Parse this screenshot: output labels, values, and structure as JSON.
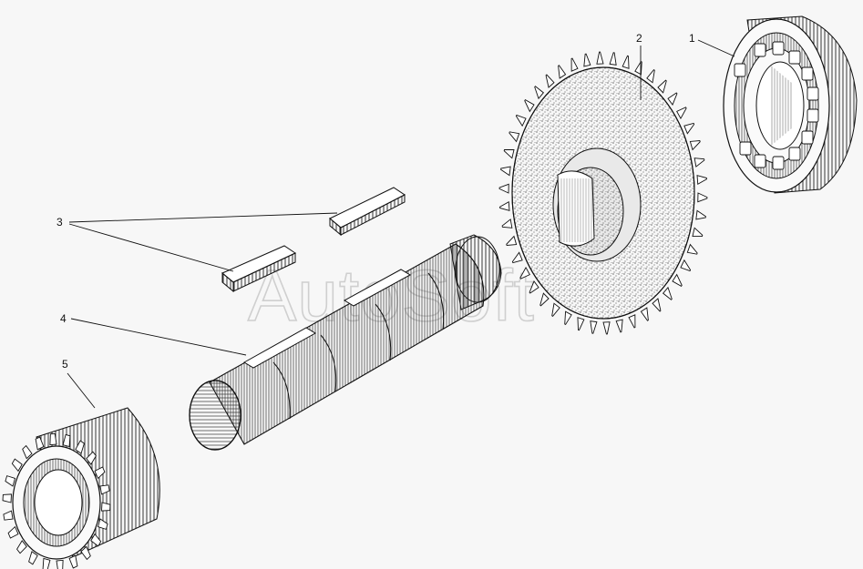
{
  "diagram": {
    "callouts": [
      {
        "id": "1",
        "label": "1",
        "part": "bearing"
      },
      {
        "id": "2",
        "label": "2",
        "part": "large-gear"
      },
      {
        "id": "3",
        "label": "3",
        "part": "keys"
      },
      {
        "id": "4",
        "label": "4",
        "part": "shaft"
      },
      {
        "id": "5",
        "label": "5",
        "part": "small-gear"
      }
    ],
    "watermark": "AutoSoft",
    "colors": {
      "ink": "#1a1a1a",
      "paper": "#f7f7f7",
      "watermark": "#cfcfcf"
    }
  }
}
